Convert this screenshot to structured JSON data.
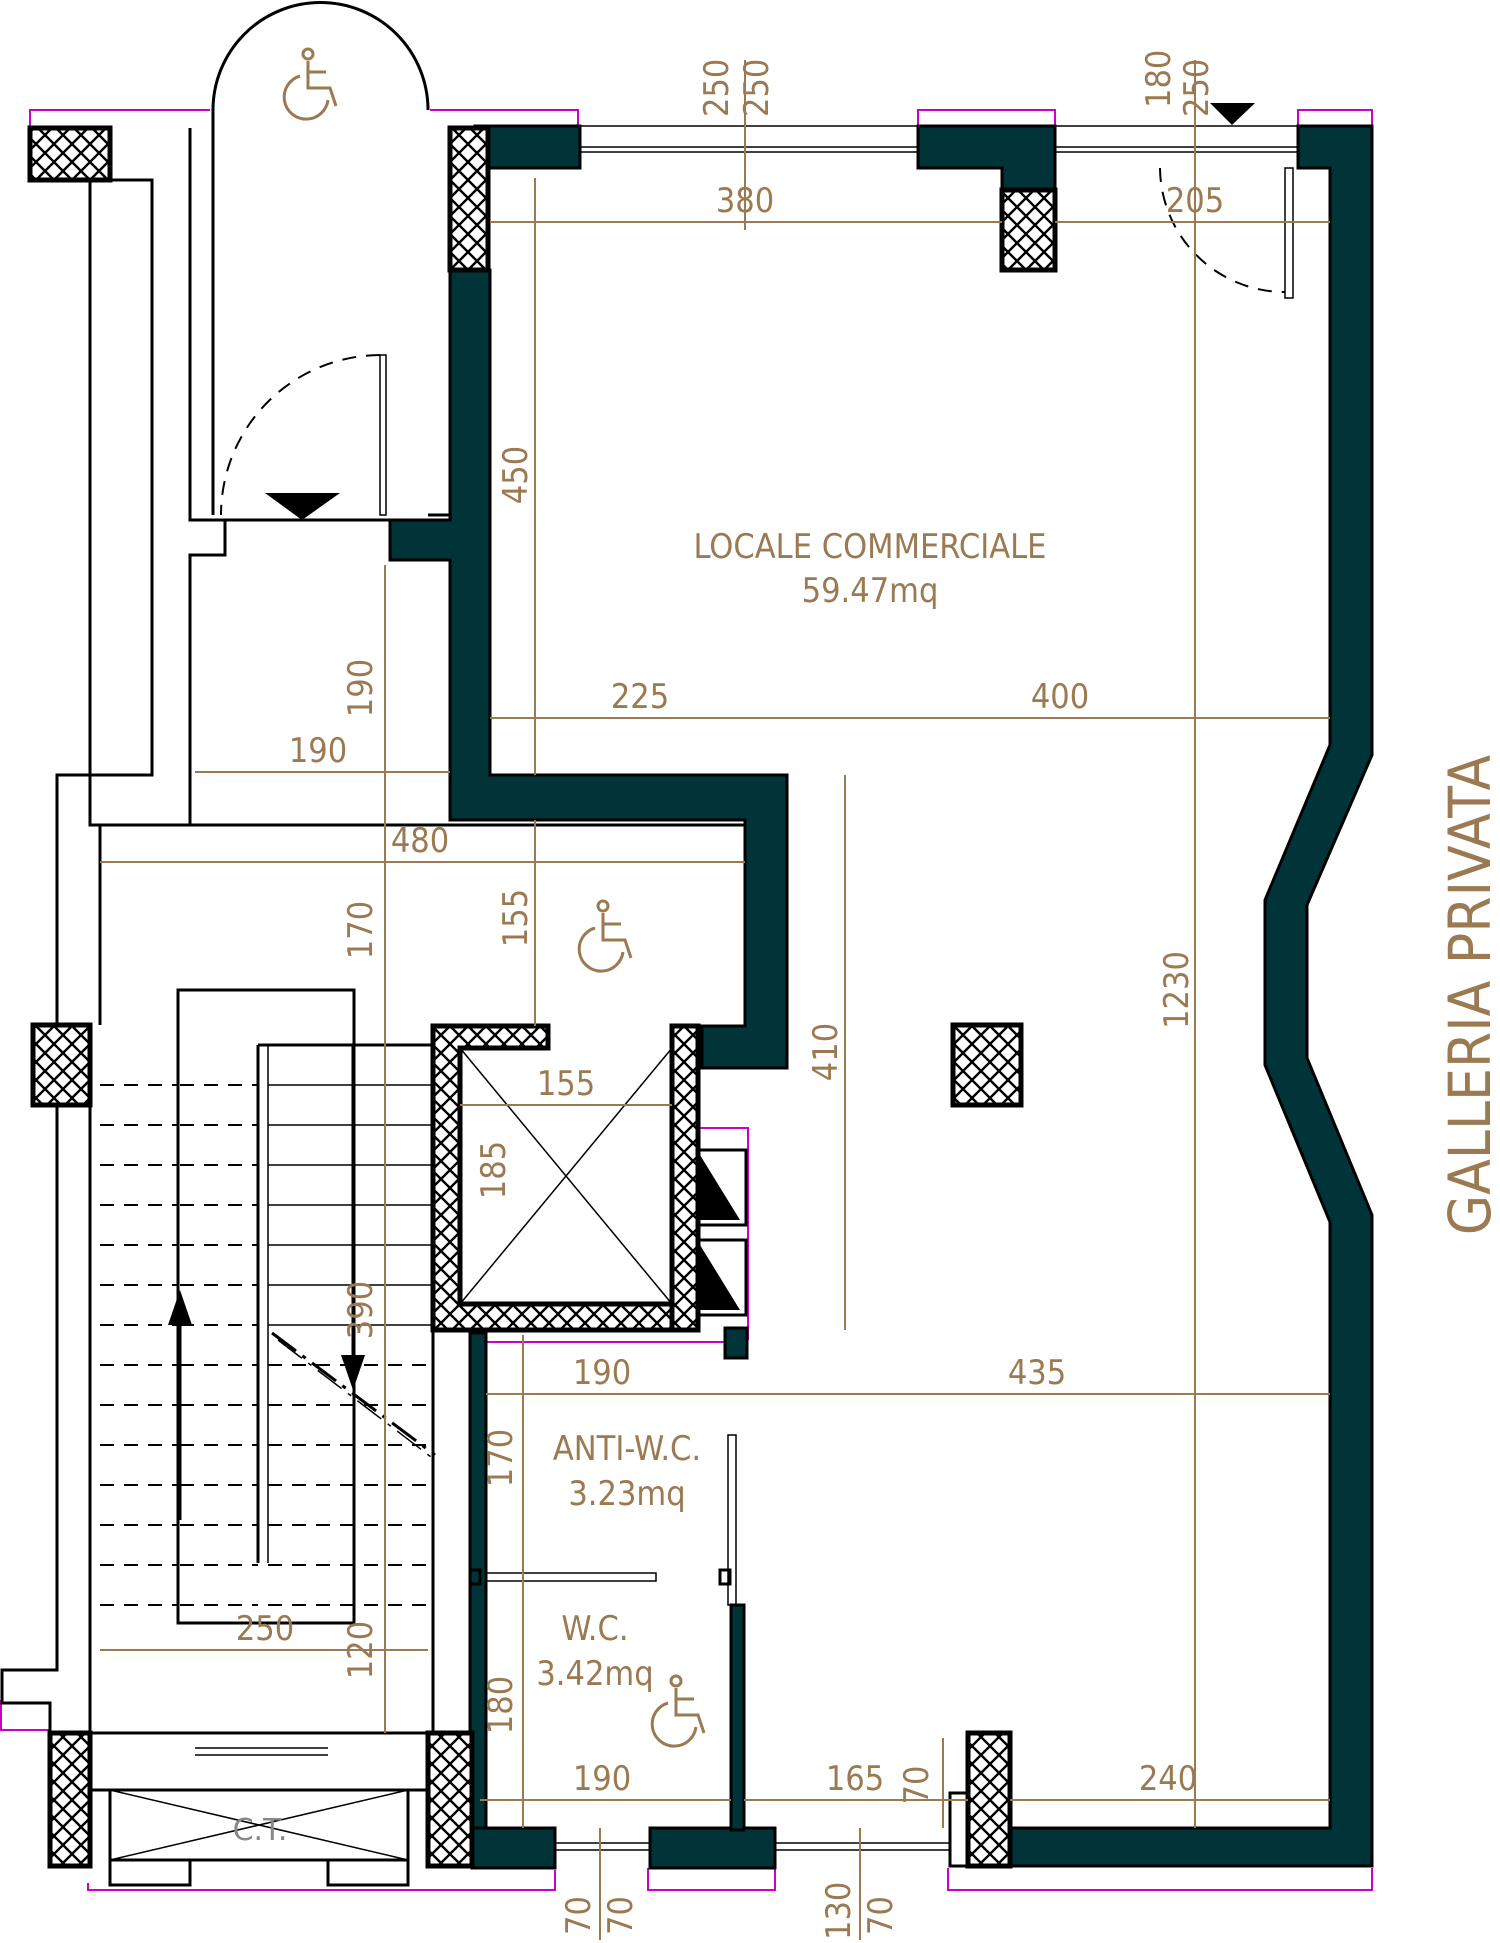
{
  "colors": {
    "wall": "#003438",
    "dimension": "#9b7a52",
    "outline": "#cc00cc",
    "hatch": "#000000"
  },
  "rooms": {
    "commercial": {
      "name": "LOCALE COMMERCIALE",
      "area": "59.47mq"
    },
    "anti_wc": {
      "name": "ANTI-W.C.",
      "area": "3.23mq"
    },
    "wc": {
      "name": "W.C.",
      "area": "3.42mq"
    },
    "boiler": {
      "name": "C.T."
    }
  },
  "side_label": "GALLERIA PRIVATA",
  "dimensions": {
    "top_a": "250",
    "top_b": "250",
    "top_c": "180",
    "top_d": "250",
    "upper_width": "380",
    "upper_right": "205",
    "upper_height": "450",
    "mid_left": "225",
    "mid_right": "400",
    "total_height": "1230",
    "corridor_height": "190",
    "corridor_width": "190",
    "hall_width": "480",
    "hall_height_a": "170",
    "hall_height_b": "155",
    "lift_width": "155",
    "lift_height": "185",
    "middle_height": "410",
    "stair_length": "390",
    "wc_zone_width": "190",
    "lower_right": "435",
    "anti_height": "170",
    "wc_height": "180",
    "stair_width": "250",
    "stair_bottom": "120",
    "bottom_a": "190",
    "bottom_b": "165",
    "bottom_c": "70",
    "bottom_d": "240",
    "foot_a": "70",
    "foot_b": "70",
    "foot_c": "130",
    "foot_d": "70"
  },
  "icons": [
    "wheelchair-icon",
    "wheelchair-icon",
    "wheelchair-icon",
    "triangle-entrance-marker"
  ]
}
